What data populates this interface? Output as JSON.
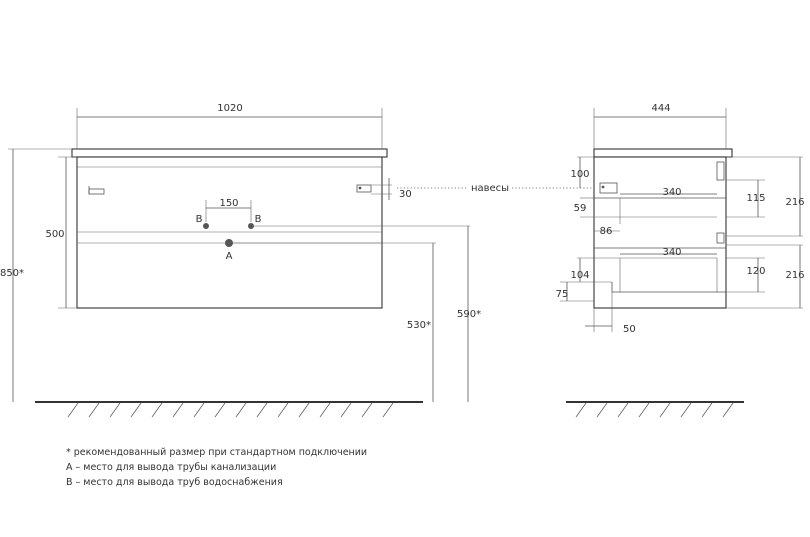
{
  "front_view": {
    "width_label": "1020",
    "hole_spacing_label": "150",
    "box_height_label": "500",
    "total_height_label": "850*",
    "drain_height_label": "530*",
    "supply_height_label": "590*",
    "hanger_offset_label": "30",
    "hanger_label": "навесы",
    "supply_marker_left": "B",
    "supply_marker_right": "B",
    "drain_marker": "A"
  },
  "side_view": {
    "depth_label": "444",
    "top_offset_label": "100",
    "drawer_top_depth_label": "340",
    "drawer_top_inner_height_label": "115",
    "drawer_top_height_label": "216",
    "gap_59_label": "59",
    "gap_86_label": "86",
    "drawer_bottom_depth_label": "340",
    "gap_104_label": "104",
    "drawer_bottom_inner_height_label": "120",
    "drawer_bottom_height_label": "216",
    "gap_75_label": "75",
    "back_offset_label": "50"
  },
  "notes": {
    "line1": "* рекомендованный размер при стандартном подключении",
    "line2": "А – место для вывода трубы канализации",
    "line3": "В – место для вывода труб водоснабжения"
  },
  "colors": {
    "line": "#333333",
    "marker": "#555555"
  }
}
